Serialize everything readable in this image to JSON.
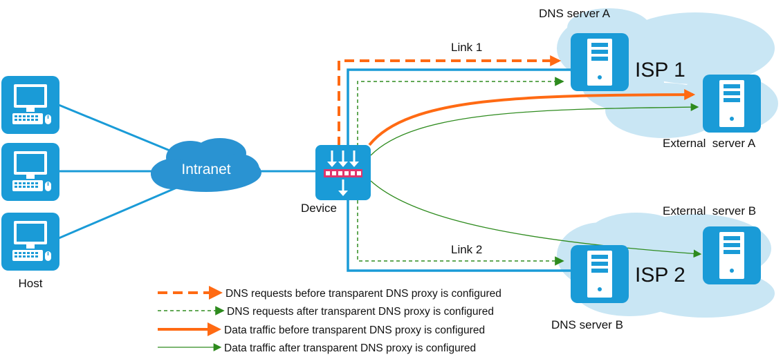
{
  "colors": {
    "blue_link": "#1a9bd7",
    "orange_traffic": "#ff6a13",
    "green_traffic": "#2e8b1e",
    "icon_blue": "#1a9bd7",
    "cloud_light": "#c9e6f4",
    "cloud_dark": "#2a93d2",
    "device_filter": "#e0356b"
  },
  "labels": {
    "host": "Host",
    "intranet": "Intranet",
    "device": "Device",
    "link1": "Link 1",
    "link2": "Link 2",
    "isp1": "ISP 1",
    "isp2": "ISP 2",
    "dns_server_a": "DNS server A",
    "dns_server_b": "DNS server B",
    "external_server_a": "External  server A",
    "external_server_b": "External  server B"
  },
  "legend": [
    {
      "style": "orange-dashed",
      "text": "DNS requests before transparent DNS proxy is configured"
    },
    {
      "style": "green-dashed",
      "text": "DNS requests after transparent DNS proxy is configured"
    },
    {
      "style": "orange-solid",
      "text": "Data traffic before transparent DNS proxy is configured"
    },
    {
      "style": "green-solid",
      "text": "Data traffic after transparent DNS proxy is configured"
    }
  ]
}
